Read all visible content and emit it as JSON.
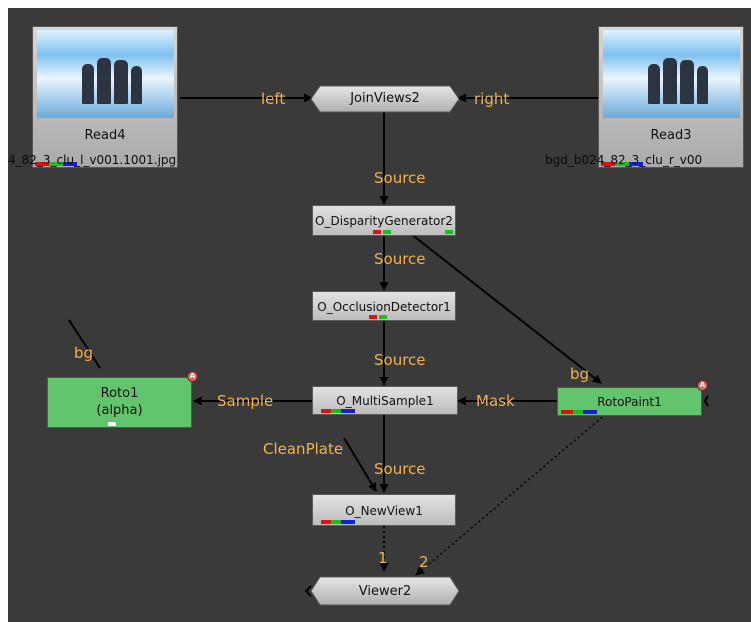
{
  "nodes": {
    "read4": {
      "label": "Read4",
      "file": "4_82_3_clu_l_v001.1001.jpg"
    },
    "read3": {
      "label": "Read3",
      "file": "bgd_b024_82_3_clu_r_v00"
    },
    "joinviews": {
      "label": "JoinViews2"
    },
    "disparity": {
      "label": "O_DisparityGenerator2"
    },
    "occlusion": {
      "label": "O_OcclusionDetector1"
    },
    "multisample": {
      "label": "O_MultiSample1"
    },
    "newview": {
      "label": "O_NewView1"
    },
    "viewer": {
      "label": "Viewer2"
    },
    "roto": {
      "label": "Roto1",
      "sublabel": "(alpha)",
      "badge": "A"
    },
    "rotopaint": {
      "label": "RotoPaint1",
      "badge": "A"
    }
  },
  "inputs": {
    "left": "left",
    "right": "right",
    "source1": "Source",
    "source2": "Source",
    "source3": "Source",
    "source4": "Source",
    "bg_roto": "bg",
    "bg_rotopaint": "bg",
    "sample": "Sample",
    "mask": "Mask",
    "cleanplate": "CleanPlate",
    "viewer_in1": "1",
    "viewer_in2": "2"
  },
  "colors": {
    "background": "#3a3a3a",
    "wire": "#000000",
    "label": "#f3b24a",
    "roto_node": "#62c46c",
    "gray_node": "#d4d4d4"
  }
}
